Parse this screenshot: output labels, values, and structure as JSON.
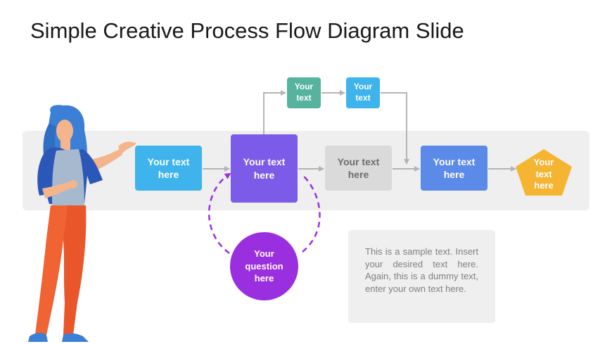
{
  "slide": {
    "title": "Simple Creative Process Flow Diagram Slide"
  },
  "flow": {
    "step1": "Your text\nhere",
    "step2": "Your text\nhere",
    "step3": "Your text\nhere",
    "step4": "Your text\nhere",
    "top1": "Your\ntext",
    "top2": "Your\ntext",
    "end": "Your\ntext\nhere",
    "question": "Your\nquestion\nhere"
  },
  "note": {
    "text": "This is a sample text. Insert your desired text here. Again, this is a dummy text, enter your own text here."
  },
  "colors": {
    "step1": "#3fb3ec",
    "step2": "#7b5be8",
    "step3": "#dadada",
    "step4": "#5b8ae8",
    "top1": "#55b39f",
    "top2": "#3fb3ec",
    "end": "#f5b533",
    "question": "#9a2fe0"
  }
}
